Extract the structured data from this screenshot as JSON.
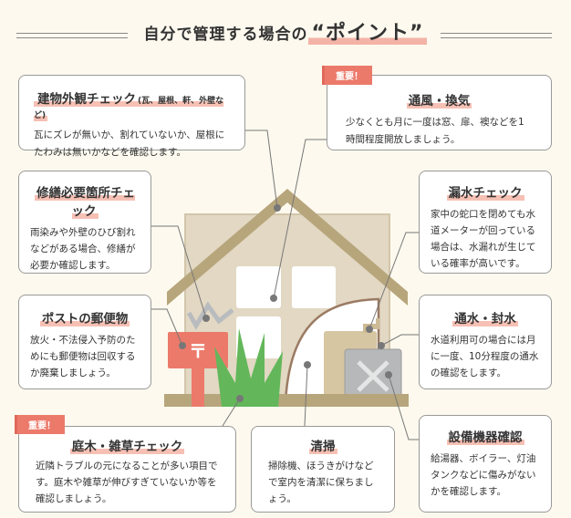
{
  "header": {
    "title_prefix": "自分で管理する場合の",
    "title_accent": "“ポイント”"
  },
  "badge_label": "重要！",
  "points": [
    {
      "title": "建物外観チェック",
      "title_note": "(瓦、屋根、軒、外壁など)",
      "text": "瓦にズレが無いか、割れていないか、屋根にたわみは無いかなどを確認します。"
    },
    {
      "title": "通風・換気",
      "important": true,
      "text": "少なくとも月に一度は窓、扉、襖などを1時間程度開放しましょう。"
    },
    {
      "title": "修繕必要箇所チェック",
      "text": "雨染みや外壁のひび割れなどがある場合、修繕が必要か確認します。"
    },
    {
      "title": "漏水チェック",
      "text": "家中の蛇口を閉めても水道メーターが回っている場合は、水漏れが生じている確率が高いです。"
    },
    {
      "title": "ポストの郵便物",
      "text": "放火・不法侵入予防のためにも郵便物は回収するか廃棄しましょう。"
    },
    {
      "title": "通水・封水",
      "text": "水道利用可の場合には月に一度、10分程度の通水の確認をします。"
    },
    {
      "title": "庭木・雑草チェック",
      "important": true,
      "text": "近隣トラブルの元になることが多い項目です。庭木や雑草が伸びすぎていないか等を確認しましょう。"
    },
    {
      "title": "清掃",
      "text": "掃除機、ほうきがけなどで室内を清潔に保ちましょう。"
    },
    {
      "title": "設備機器確認",
      "text": "給湯器、ボイラー、灯油タンクなどに傷みがないかを確認します。"
    }
  ],
  "postbox_symbol": "〒",
  "colors": {
    "background": "#fdf9ee",
    "accent": "#ec7a6b",
    "roof": "#b7a67c",
    "wall": "#e2d8c3",
    "grass": "#63b75a"
  }
}
